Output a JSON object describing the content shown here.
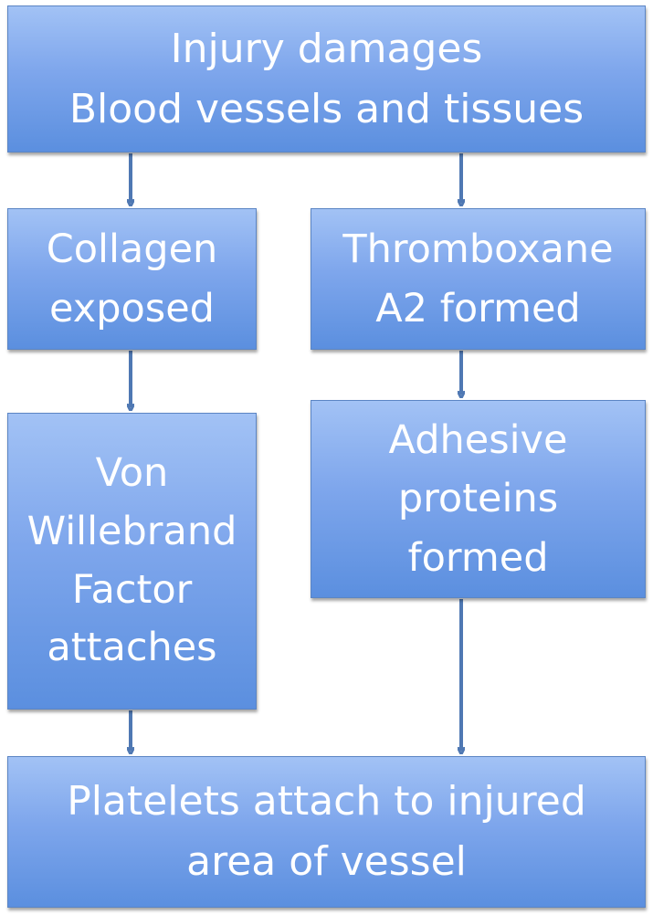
{
  "nodes": {
    "top": "Injury damages\nBlood vessels and tissues",
    "collagen": "Collagen\nexposed",
    "thromboxane": "Thromboxane\nA2 formed",
    "vwf": "Von\nWillebrand\nFactor\nattaches",
    "adhesive": "Adhesive\nproteins\nformed",
    "bottom": "Platelets attach to injured\narea of vessel"
  },
  "colors": {
    "box_top": "#a2c2f5",
    "box_bottom": "#5b8fdf",
    "arrow": "#4f78b3",
    "text": "#ffffff"
  }
}
